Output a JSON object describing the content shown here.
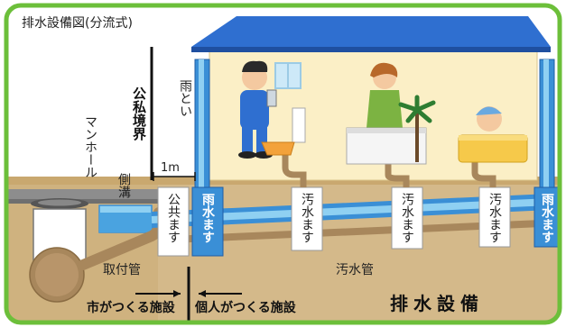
{
  "title": "排水設備図(分流式)",
  "labels": {
    "manhole": "マンホール",
    "gutter": "側溝",
    "boundary": "公私境界",
    "one_meter": "1m",
    "rain_gutter": "雨とい",
    "public_inlet": "公共ます",
    "rain_inlet_1": "雨水ます",
    "rain_inlet_2": "雨水ます",
    "sewage_inlet_1": "汚水ます",
    "sewage_inlet_2": "汚水ます",
    "sewage_inlet_3": "汚水ます",
    "connection_pipe": "取付管",
    "sewage_pipe": "汚水管",
    "city_built": "市がつくる施設",
    "private_built": "個人がつくる施設",
    "drainage_facility": "排水設備"
  },
  "colors": {
    "border": "#6cbf3a",
    "soil": "#d4b98a",
    "soil_dark": "#bfa06e",
    "house_wall": "#fbefc6",
    "roof": "#2f6fd0",
    "sewage_pipe": "#a8875c",
    "rain_pipe": "#3a8fd6",
    "rain_pipe_light": "#8fd0f2"
  },
  "icons": [
    "person-with-phone-icon",
    "toilet-icon",
    "woman-at-sink-icon",
    "palm-plant-icon",
    "child-bathing-icon"
  ]
}
